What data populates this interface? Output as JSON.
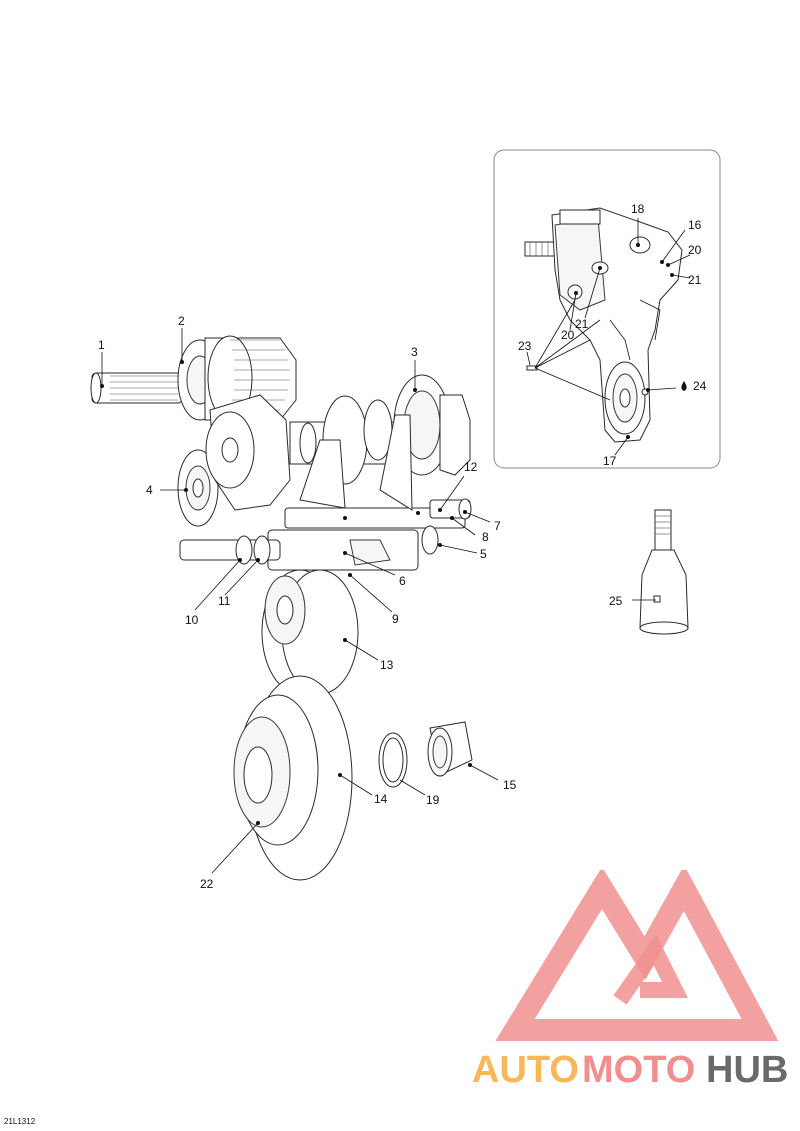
{
  "callouts": [
    "1",
    "2",
    "3",
    "4",
    "5",
    "6",
    "7",
    "8",
    "9",
    "10",
    "11",
    "12",
    "13",
    "14",
    "15",
    "16",
    "17",
    "18",
    "19",
    "20",
    "21",
    "22",
    "23",
    "24",
    "25"
  ],
  "inset_callouts": {
    "c18": "18",
    "c16": "16",
    "c20a": "20",
    "c21a": "21",
    "c21b": "21",
    "c20b": "20",
    "c23": "23",
    "c24": "24",
    "c17": "17"
  },
  "drawing_code": "21L1312",
  "watermark": {
    "part1": "AUTO",
    "part2": "MOTO",
    "part3": "HUB",
    "color_a": "#f5a623",
    "color_b": "#f06d6d",
    "color_c": "#5a5a5a"
  }
}
